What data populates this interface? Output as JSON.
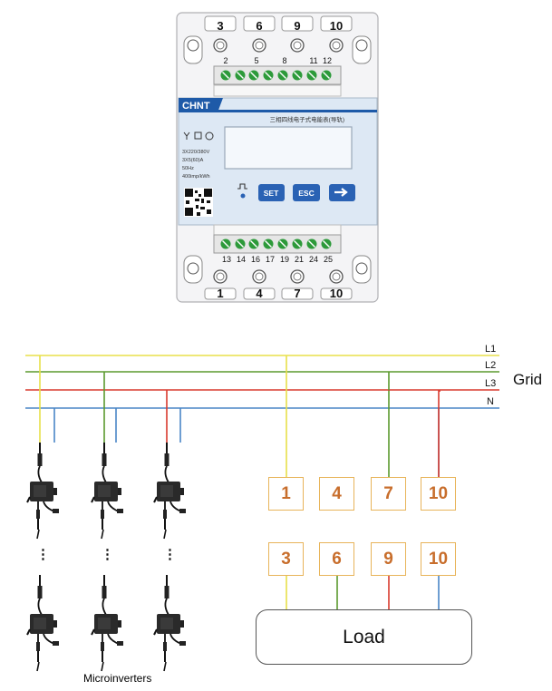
{
  "meter": {
    "brand": "CHNT",
    "model_text": "三相四线电子式电能表(导轨)",
    "specs": [
      "3X220/380V",
      "3X5(60)A",
      "50Hz",
      "400imp/kWh"
    ],
    "buttons": {
      "set": "SET",
      "esc": "ESC"
    },
    "top_numbers": [
      "3",
      "6",
      "9",
      "10"
    ],
    "top_small_numbers": [
      "2",
      "5",
      "8",
      "11",
      "12"
    ],
    "bottom_small_numbers": [
      "13",
      "14",
      "16",
      "17",
      "19",
      "21",
      "24",
      "25"
    ],
    "bottom_numbers": [
      "1",
      "4",
      "7",
      "10"
    ],
    "colors": {
      "panel": "#f4f4f6",
      "label_band": "#dde8f4",
      "header_blue": "#1e5aa8",
      "button_blue": "#2a62b4",
      "terminal_green": "#2d9a3a"
    }
  },
  "grid": {
    "title": "Grid",
    "lines": [
      {
        "name": "L1",
        "color": "#e8e04a"
      },
      {
        "name": "L2",
        "color": "#5c9a2e"
      },
      {
        "name": "L3",
        "color": "#d83a2e"
      },
      {
        "name": "N",
        "color": "#4a86c6"
      }
    ]
  },
  "terminals_in": [
    "1",
    "4",
    "7",
    "10"
  ],
  "terminals_out": [
    "3",
    "6",
    "9",
    "10"
  ],
  "load_label": "Load",
  "microinverters_label": "Microinverters",
  "ellipsis": "⋮"
}
